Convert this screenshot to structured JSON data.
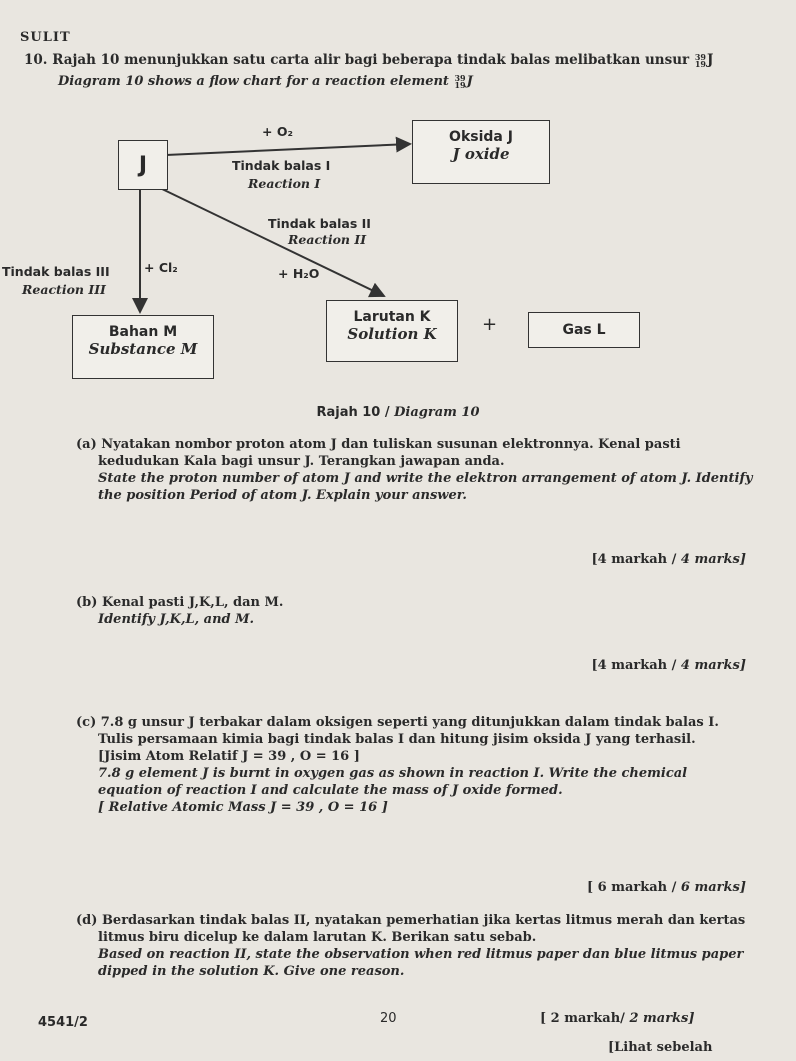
{
  "header": {
    "code": "SULIT"
  },
  "question": {
    "number": "10.",
    "intro_ms": "Rajah 10 menunjukkan satu carta alir bagi beberapa tindak balas melibatkan unsur",
    "intro_en": "Diagram 10 shows a flow chart for a reaction element",
    "nuclide_mass": "39",
    "nuclide_proton": "19",
    "nuclide_symbol": "J"
  },
  "diagram": {
    "box_j": "J",
    "box_oksida_ms": "Oksida J",
    "box_oksida_en": "J oxide",
    "box_bahan_ms": "Bahan  M",
    "box_bahan_en": "Substance  M",
    "box_larutan_ms": "Larutan K",
    "box_larutan_en": "Solution K",
    "box_gas": "Gas L",
    "plus": "+",
    "r1_reagent": "+ O₂",
    "r1_ms": "Tindak balas I",
    "r1_en": "Reaction I",
    "r2_ms": "Tindak balas II",
    "r2_en": "Reaction II",
    "r2_reagent": "+ H₂O",
    "r3_ms": "Tindak balas III",
    "r3_en": "Reaction III",
    "r3_reagent": "+ Cl₂",
    "caption_ms": "Rajah 10 / ",
    "caption_en": "Diagram 10"
  },
  "parts": {
    "a": {
      "label": "(a)",
      "ms_1": "Nyatakan nombor proton atom J dan tuliskan susunan elektronnya. Kenal pasti",
      "ms_2": "kedudukan Kala bagi unsur J. Terangkan jawapan anda.",
      "en_1": "State the proton number of atom J and write the elektron arrangement of atom J. Identify",
      "en_2": "the position Period of atom J. Explain your answer.",
      "marks_ms": "[4 markah / ",
      "marks_en": "4 marks]"
    },
    "b": {
      "label": "(b)",
      "ms_1": "Kenal pasti J,K,L, dan M.",
      "en_1": "Identify J,K,L, and M.",
      "marks_ms": "[4 markah / ",
      "marks_en": "4 marks]"
    },
    "c": {
      "label": "(c)",
      "ms_1": "7.8 g unsur J terbakar dalam oksigen seperti yang ditunjukkan dalam tindak balas I.",
      "ms_2": "Tulis persamaan kimia bagi tindak balas I dan hitung jisim oksida J yang terhasil.",
      "ms_3": "[Jisim Atom Relatif J = 39 , O = 16 ]",
      "en_1": "7.8 g element J is burnt in oxygen gas as shown in reaction I. Write the chemical",
      "en_2": "equation of reaction I and calculate the mass of J oxide formed.",
      "en_3": "[ Relative Atomic Mass J = 39 , O = 16 ]",
      "marks_ms": "[ 6 markah / ",
      "marks_en": "6 marks]"
    },
    "d": {
      "label": "(d)",
      "ms_1": "Berdasarkan tindak balas II, nyatakan pemerhatian jika kertas litmus merah dan kertas",
      "ms_2": "litmus biru dicelup ke dalam larutan K. Berikan satu sebab.",
      "en_1": "Based on reaction II, state the observation when red litmus paper dan blue litmus paper",
      "en_2": "dipped in the solution K. Give one reason.",
      "marks_ms": "[ 2 markah/ ",
      "marks_en": "2 marks]"
    }
  },
  "footer": {
    "code": "4541/2",
    "page": "20",
    "next": "[Lihat sebelah"
  }
}
